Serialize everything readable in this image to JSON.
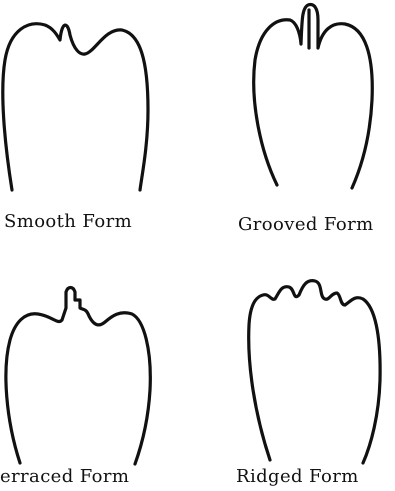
{
  "figure": {
    "forms": [
      {
        "caption": "Smooth Form"
      },
      {
        "caption": "Grooved Form"
      },
      {
        "caption": "erraced Form"
      },
      {
        "caption": "Ridged Form"
      }
    ]
  }
}
